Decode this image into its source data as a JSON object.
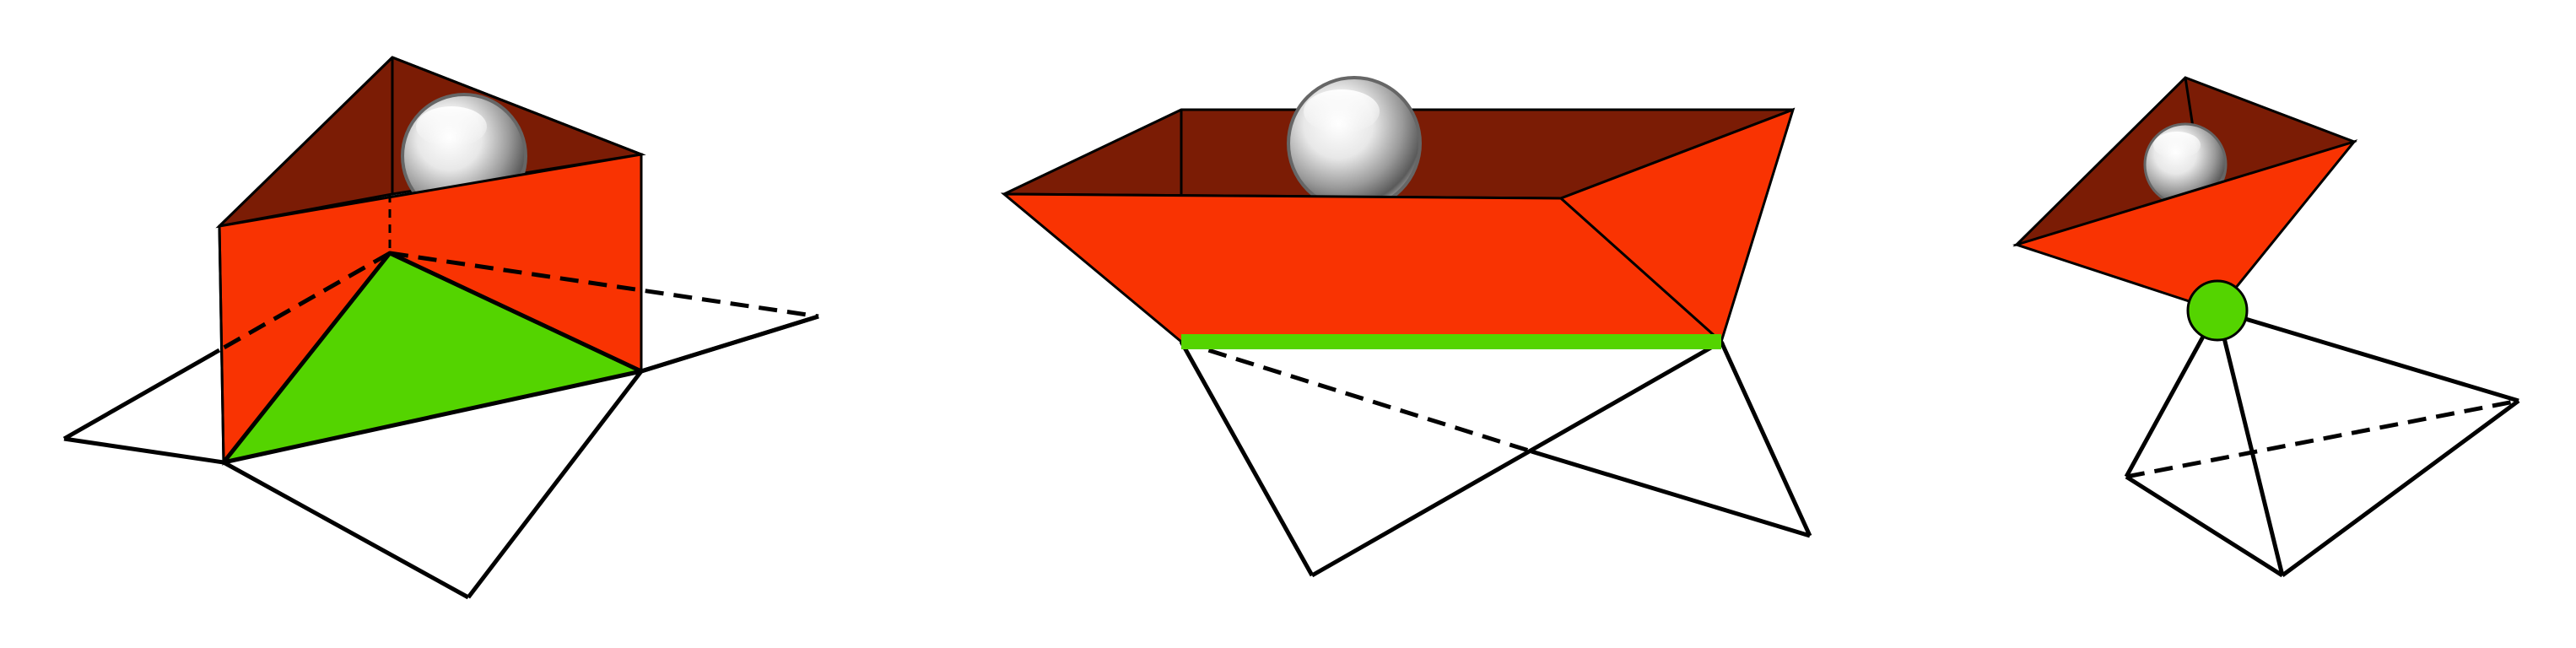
{
  "colors": {
    "background": "#ffffff",
    "outline": "#000000",
    "orange_face": "#f93302",
    "brown_face": "#7b1c05",
    "green": "#54d400",
    "ball_light": "#ffffff",
    "ball_dark": "#3a3a3a"
  },
  "panels": [
    {
      "id": "left",
      "contact": "face",
      "ball": "sphere"
    },
    {
      "id": "middle",
      "contact": "edge",
      "ball": "sphere"
    },
    {
      "id": "right",
      "contact": "vertex",
      "ball": "sphere"
    }
  ]
}
